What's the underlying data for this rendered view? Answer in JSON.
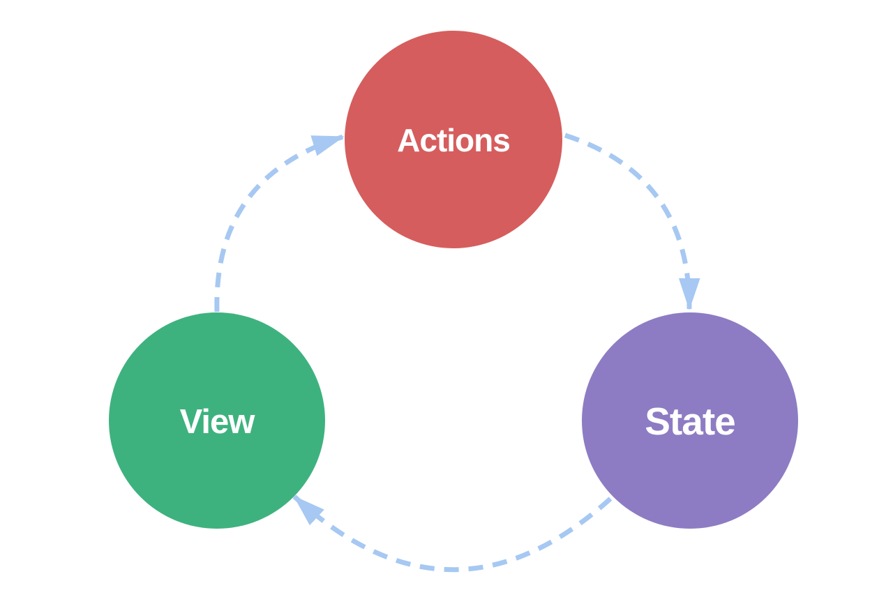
{
  "page": {
    "background_color": "#ffffff"
  },
  "diagram": {
    "nodes": [
      {
        "id": "actions",
        "label": "Actions",
        "fill": "#d65d5d",
        "label_color": "#ffffff",
        "position": "top-center"
      },
      {
        "id": "state",
        "label": "State",
        "fill": "#8d7cc3",
        "label_color": "#ffffff",
        "position": "bottom-right"
      },
      {
        "id": "view",
        "label": "View",
        "fill": "#3eb27e",
        "label_color": "#ffffff",
        "position": "bottom-left"
      }
    ],
    "edges": [
      {
        "from": "Actions",
        "to": "State"
      },
      {
        "from": "State",
        "to": "View"
      },
      {
        "from": "View",
        "to": "Actions"
      }
    ],
    "edge_style": {
      "color": "#a6c8f2",
      "line": "dashed",
      "arrowhead": "filled-triangle"
    }
  }
}
